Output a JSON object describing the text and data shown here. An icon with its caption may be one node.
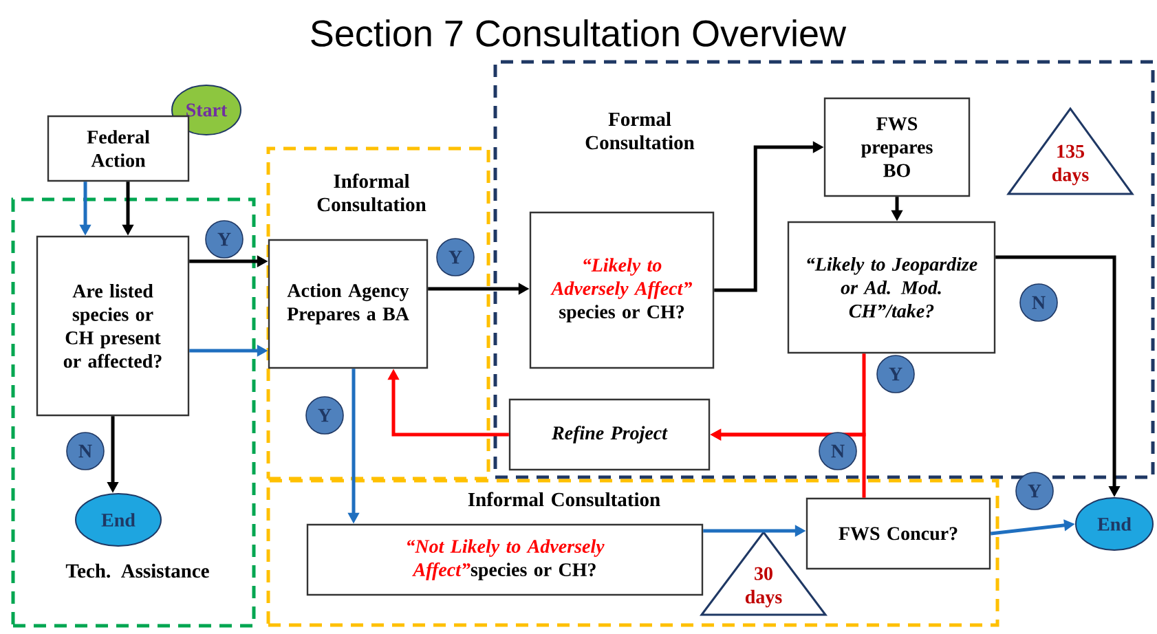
{
  "diagram": {
    "title": "Section 7 Consultation Overview",
    "nodes": [
      {
        "text": [
          "Start"
        ]
      },
      {
        "text": [
          "Federal Action"
        ]
      },
      {
        "text": [
          "Tech. Assistance"
        ]
      },
      {
        "text": [
          "Are listed species or CH present or affected?"
        ],
        "in": 2
      },
      {
        "text": [
          "End"
        ],
        "in": 2
      },
      {
        "text": [
          "Informal Consultation"
        ]
      },
      {
        "text": [
          "Action Agency Prepares a BA"
        ],
        "in": 5
      },
      {
        "text": [
          "Formal Consultation"
        ]
      },
      {
        "text": [
          "“Likely to Adversely Affect”",
          "species or CH?"
        ],
        "in": 7
      },
      {
        "text": [
          "FWS prepares BO"
        ],
        "in": 7
      },
      {
        "text": [
          "“Likely to Jeopardize or Ad. Mod. CH”/take?"
        ],
        "in": 7
      },
      {
        "text": [
          "135 days"
        ],
        "in": 7
      },
      {
        "text": [
          "Refine Project"
        ],
        "in": 7
      },
      {
        "text": [
          "Informal Consultation"
        ]
      },
      {
        "text": [
          "“Not Likely to Adversely Affect”",
          "species or CH?"
        ],
        "in": 13
      },
      {
        "text": [
          "30 days"
        ],
        "in": 13
      },
      {
        "text": [
          "FWS Concur?"
        ],
        "in": 13
      },
      {
        "text": [
          "End"
        ]
      }
    ],
    "edges": [
      {
        "from": 1,
        "to": 3,
        "arrow": "to",
        "color": "#1f6fbf"
      },
      {
        "from": 1,
        "to": 3,
        "arrow": "to"
      },
      {
        "from": 3,
        "to": 6,
        "arrow": "to",
        "label": "Y"
      },
      {
        "from": 3,
        "to": 6,
        "arrow": "to",
        "color": "#1f6fbf"
      },
      {
        "from": 3,
        "to": 4,
        "arrow": "to",
        "label": "N"
      },
      {
        "from": 6,
        "to": 8,
        "arrow": "to",
        "label": "Y"
      },
      {
        "from": 6,
        "to": 14,
        "arrow": "to",
        "label": "Y",
        "color": "#1f6fbf"
      },
      {
        "from": 8,
        "to": 9,
        "arrow": "to"
      },
      {
        "from": 9,
        "to": 10,
        "arrow": "to"
      },
      {
        "from": 10,
        "to": 17,
        "arrow": "to",
        "label": "N"
      },
      {
        "from": 10,
        "to": 12,
        "arrow": "to",
        "label": "Y",
        "color": "#ff0000"
      },
      {
        "from": 16,
        "to": 12,
        "arrow": "to",
        "label": "N",
        "color": "#ff0000"
      },
      {
        "from": 12,
        "to": 6,
        "arrow": "to",
        "color": "#ff0000"
      },
      {
        "from": 14,
        "to": 16,
        "arrow": "to",
        "color": "#1f6fbf"
      },
      {
        "from": 16,
        "to": 17,
        "arrow": "to",
        "label": "Y",
        "color": "#1f6fbf"
      }
    ]
  }
}
